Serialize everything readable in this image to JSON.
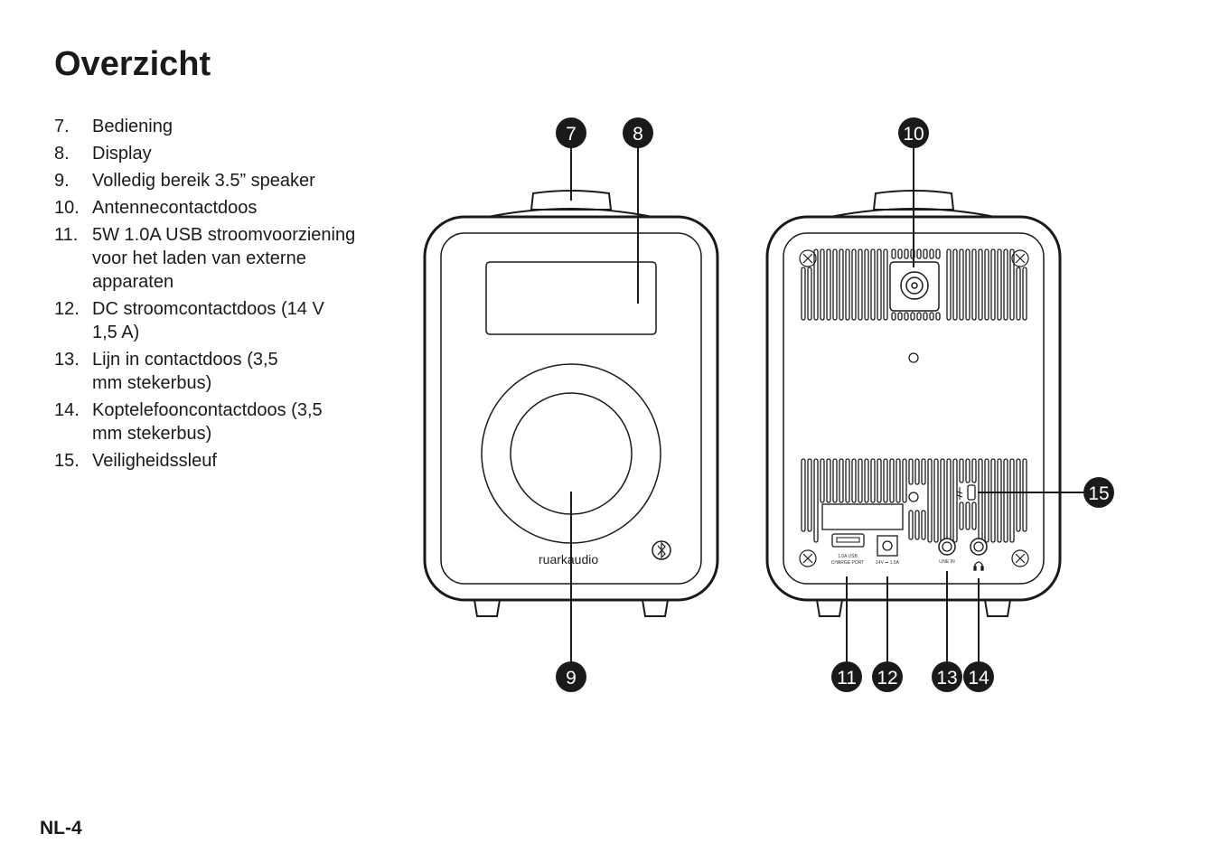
{
  "page": {
    "title": "Overzicht",
    "page_number": "NL-4"
  },
  "items": [
    {
      "num": "7.",
      "text": "Bediening"
    },
    {
      "num": "8.",
      "text": "Display"
    },
    {
      "num": "9.",
      "text": "Volledig bereik 3.5” speaker"
    },
    {
      "num": "10.",
      "text": "Antennecontactdoos"
    },
    {
      "num": "11.",
      "text": "5W 1.0A USB stroomvoorziening voor het laden van externe apparaten"
    },
    {
      "num": "12.",
      "text": "DC stroomcontactdoos (14 V 1,5 A)"
    },
    {
      "num": "13.",
      "text": "Lijn in contactdoos (3,5 mm stekerbus)"
    },
    {
      "num": "14.",
      "text": "Koptelefooncontactdoos (3,5 mm stekerbus)"
    },
    {
      "num": "15.",
      "text": "Veiligheidssleuf"
    }
  ],
  "diagram": {
    "brand": "ruarkaudio",
    "callouts": {
      "c7": "7",
      "c8": "8",
      "c9": "9",
      "c10": "10",
      "c11": "11",
      "c12": "12",
      "c13": "13",
      "c14": "14",
      "c15": "15"
    },
    "port_labels": {
      "usb_line1": "1.0A USB",
      "usb_line2": "CHARGE PORT",
      "dc": "14V ⎓ 1.5A",
      "line_in": "LINE IN"
    }
  }
}
